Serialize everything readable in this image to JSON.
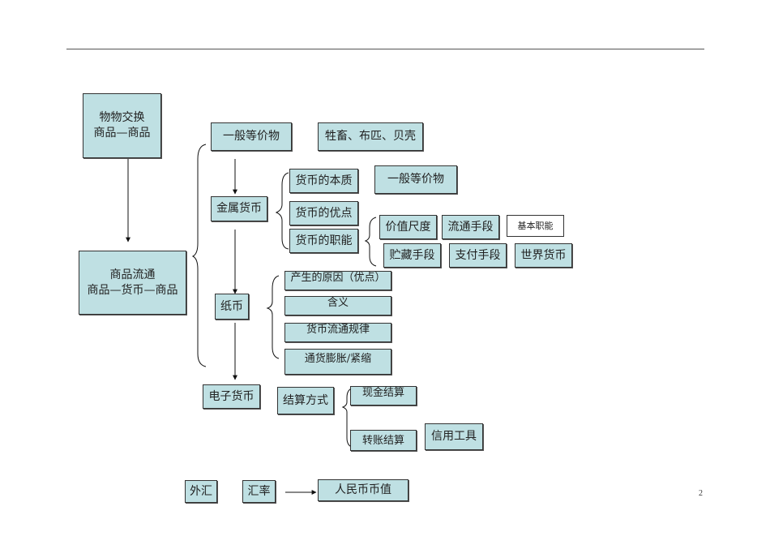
{
  "diagram": {
    "barter": {
      "line1": "物物交换",
      "line2": "商品—商品"
    },
    "circulation": {
      "line1": "商品流通",
      "line2": "商品—货币—商品"
    },
    "general_equivalent": "一般等价物",
    "examples": "牲畜、布匹、贝壳",
    "metal_money": "金属货币",
    "metal_children": [
      "货币的本质",
      "货币的优点",
      "货币的职能"
    ],
    "essence_answer": "一般等价物",
    "functions": {
      "basic": [
        "价值尺度",
        "流通手段"
      ],
      "basic_label": "基本职能",
      "other": [
        "贮藏手段",
        "支付手段",
        "世界货币"
      ]
    },
    "paper_money": "纸币",
    "paper_children": [
      "产生的原因（优点）",
      "含义",
      "货币流通规律",
      "通货膨胀/紧缩"
    ],
    "e_money": "电子货币",
    "settlement": "结算方式",
    "settlement_children": [
      "现金结算",
      "转账结算"
    ],
    "credit_tools": "信用工具",
    "forex": "外汇",
    "exchange_rate": "汇率",
    "rmb_value": "人民币币值"
  },
  "page_number": "2"
}
